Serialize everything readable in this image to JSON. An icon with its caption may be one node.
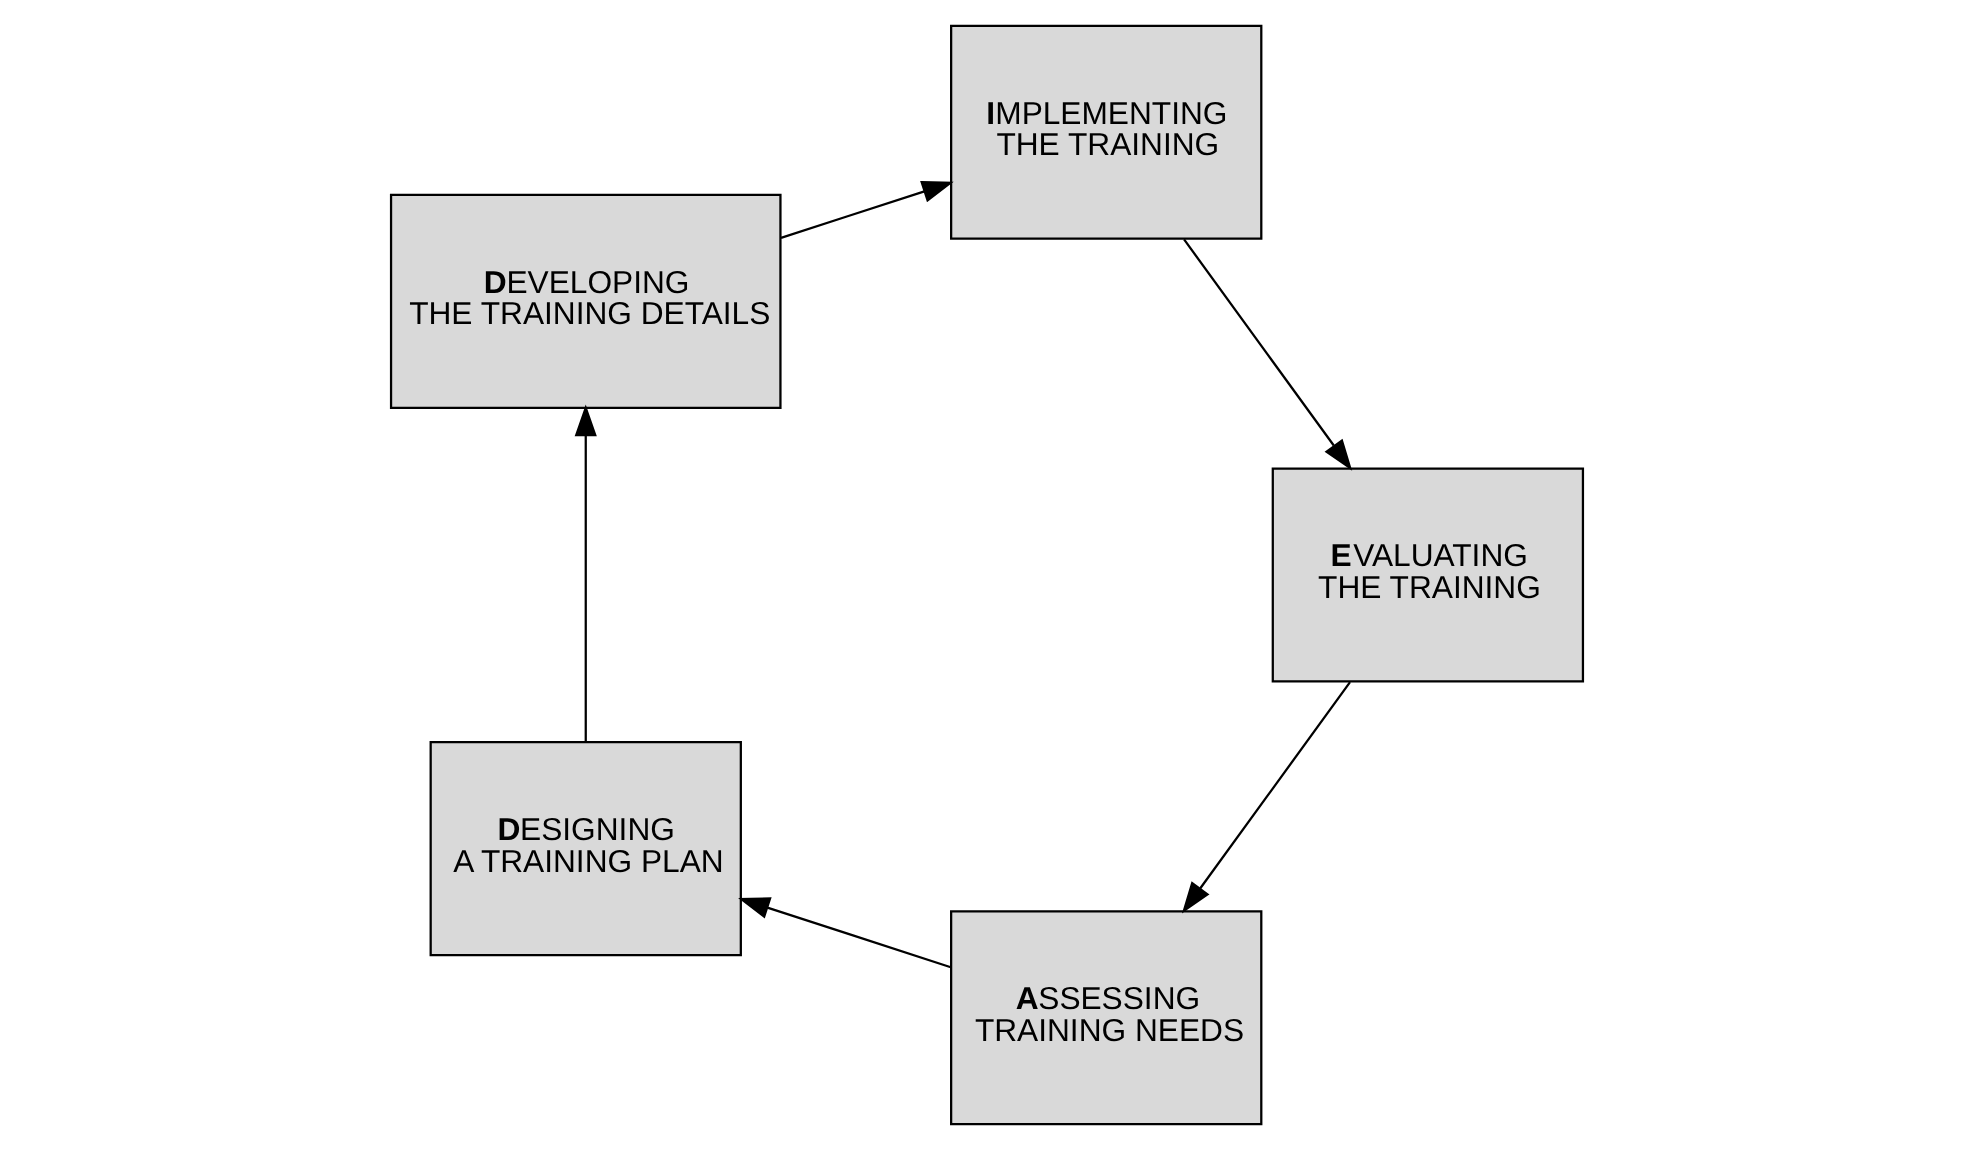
{
  "diagram": {
    "nodes": [
      {
        "text": [
          "**A**SSESSING TRAINING NEEDS"
        ]
      },
      {
        "text": [
          "**D**ESIGNING A TRAINING PLAN"
        ]
      },
      {
        "text": [
          "**D**EVELOPING THE TRAINING DETAILS"
        ]
      },
      {
        "text": [
          "**I**MPLEMENTING THE TRAINING"
        ]
      },
      {
        "text": [
          "**E**VALUATING THE TRAINING"
        ]
      }
    ],
    "edges": [
      {
        "from": 0,
        "to": 1,
        "arrow": "to"
      },
      {
        "from": 1,
        "to": 2,
        "arrow": "to"
      },
      {
        "from": 2,
        "to": 3,
        "arrow": "to"
      },
      {
        "from": 3,
        "to": 4,
        "arrow": "to"
      },
      {
        "from": 4,
        "to": 0,
        "arrow": "to"
      }
    ]
  }
}
